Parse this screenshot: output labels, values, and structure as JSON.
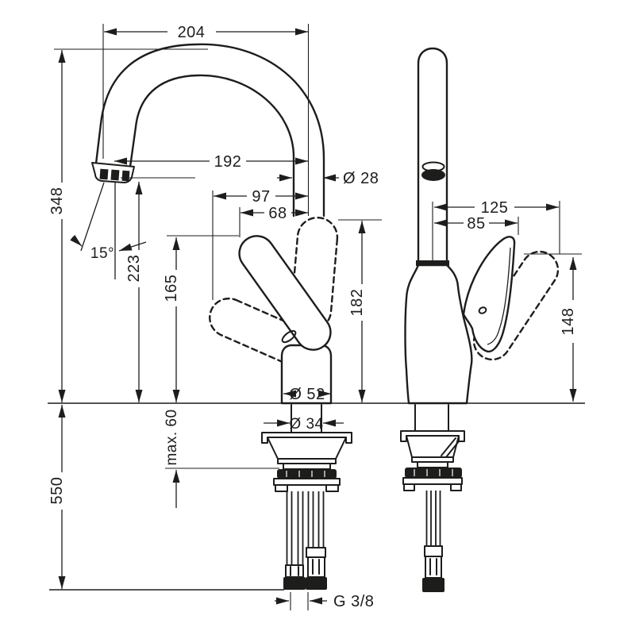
{
  "colors": {
    "ink": "#1d1d1b",
    "background": "#ffffff"
  },
  "front": {
    "dim_width": "204",
    "dim_height": "348",
    "dim_reach": "192",
    "dim_spout_dia": "Ø 28",
    "dim_97": "97",
    "dim_68": "68",
    "dim_angle": "15°",
    "dim_outlet_height": "223",
    "dim_handle_height": "165",
    "dim_body_height": "182",
    "dim_base_dia": "Ø 52",
    "dim_hole_dia": "Ø 34",
    "dim_max_thickness": "max. 60",
    "dim_hose_length": "550",
    "dim_thread": "G 3/8"
  },
  "side": {
    "dim_reach_full": "125",
    "dim_reach_handle": "85",
    "dim_handle_height": "148"
  }
}
